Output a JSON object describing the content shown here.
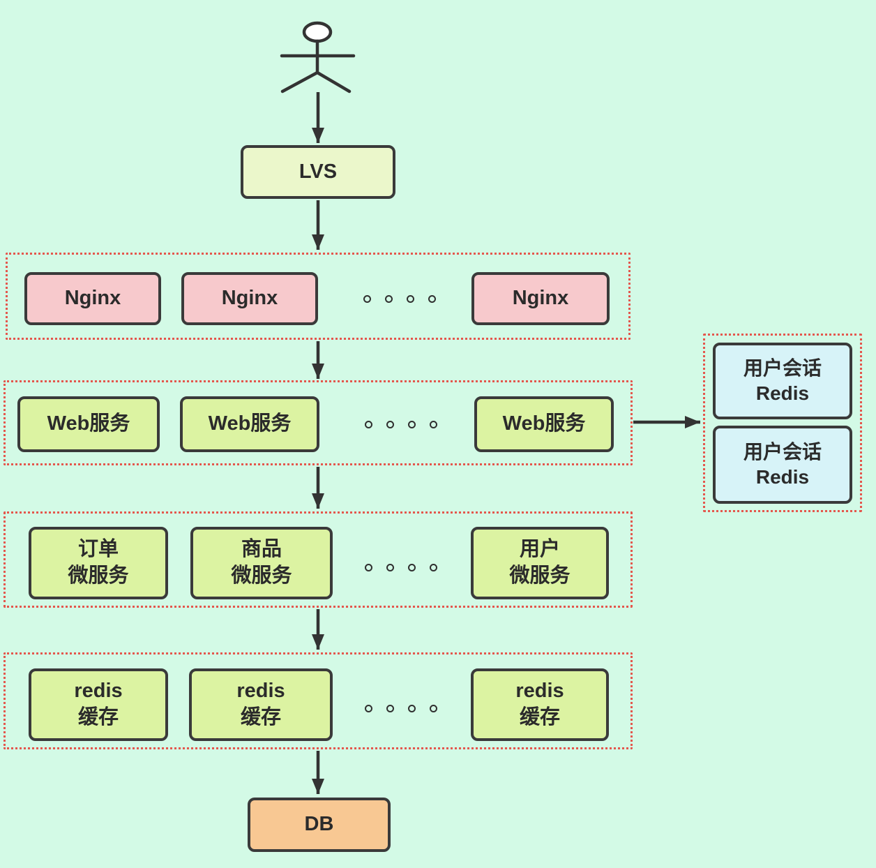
{
  "diagram": {
    "actor": "user-actor",
    "lvs_label": "LVS",
    "db_label": "DB",
    "nginx_cluster": {
      "boxes": [
        "Nginx",
        "Nginx",
        "Nginx"
      ]
    },
    "web_cluster": {
      "boxes": [
        "Web服务",
        "Web服务",
        "Web服务"
      ]
    },
    "micro_cluster": {
      "boxes": [
        "订单\n微服务",
        "商品\n微服务",
        "用户\n微服务"
      ]
    },
    "cache_cluster": {
      "boxes": [
        "redis\n缓存",
        "redis\n缓存",
        "redis\n缓存"
      ]
    },
    "session_cluster": {
      "boxes": [
        "用户会话\nRedis",
        "用户会话\nRedis"
      ]
    }
  },
  "colors": {
    "background": "#d3fae6",
    "lvs_fill": "#ebf7cb",
    "nginx_fill": "#f7c9cc",
    "service_fill": "#dcf3a2",
    "session_fill": "#d7f3f8",
    "db_fill": "#f8c893",
    "cluster_border": "#e4564c",
    "node_border": "#3a3a3a",
    "arrow": "#333333"
  }
}
